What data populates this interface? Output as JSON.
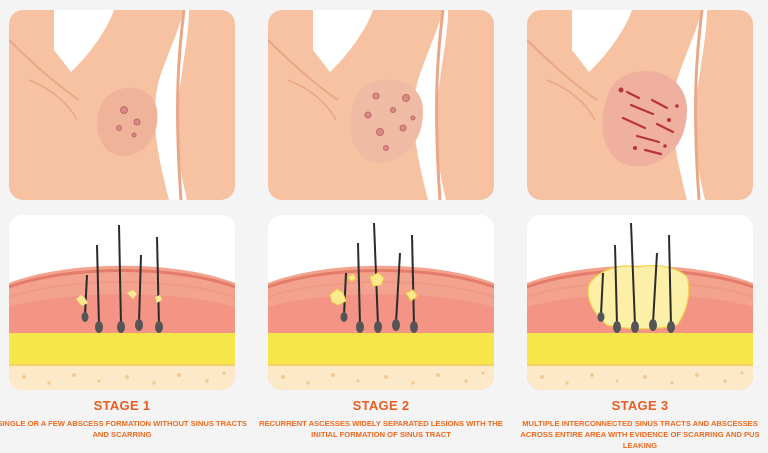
{
  "stages": [
    {
      "title": "STAGE 1",
      "description": "SINGLE OR A FEW ABSCESS FORMATION WITHOUT SINUS TRACTS AND SCARRING"
    },
    {
      "title": "STAGE 2",
      "description": "RECURRENT ASCESSES WIDELY SEPARATED LESIONS WITH THE INITIAL FORMATION OF SINUS TRACT"
    },
    {
      "title": "STAGE 3",
      "description": "MULTIPLE INTERCONNECTED SINUS TRACTS AND ABSCESSES ACROSS ENTIRE AREA WITH EVIDENCE OF SCARRING AND PUS LEAKING"
    }
  ],
  "colors": {
    "skin": "#f6c2a2",
    "skin_shadow": "#eaa88a",
    "lesion": "#f0b6a8",
    "epidermis": "#f08a76",
    "dermis": "#f6a08a",
    "fat": "#f7e64a",
    "subcutis": "#fde9c8",
    "hair": "#2b2b2b",
    "pus": "#fbe98e",
    "title": "#e85d22"
  }
}
